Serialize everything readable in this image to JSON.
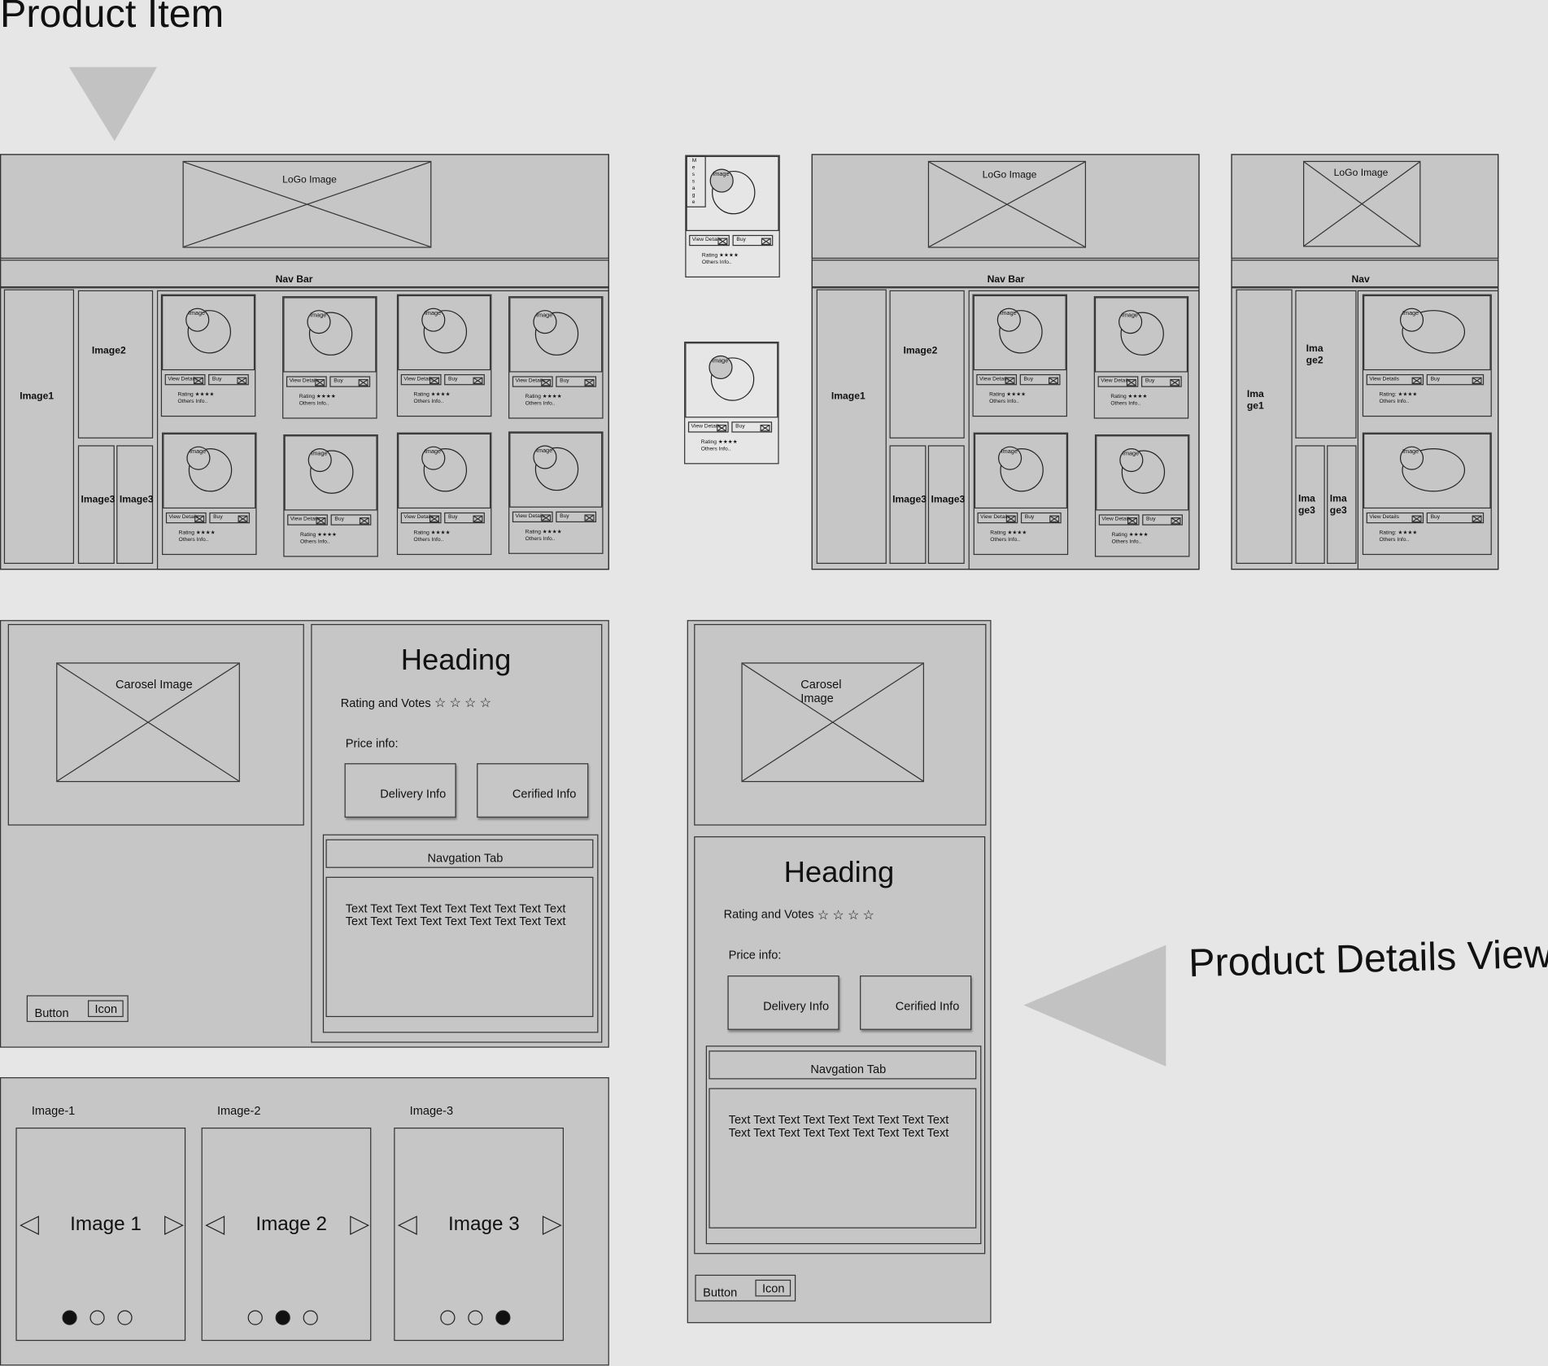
{
  "annotations": {
    "product_item": "Product  Item",
    "product_details_view": "Product Details View"
  },
  "wireframe": {
    "logo": "LoGo Image",
    "nav_bar": "Nav Bar",
    "nav_short": "Nav",
    "image1": "Image1",
    "image2": "Image2",
    "image3": "Image3",
    "image1_split": "Ima\nge1",
    "image2_split": "Ima\nge2",
    "image3_split": "Ima\nge3"
  },
  "card": {
    "image": "Image",
    "view_details": "View Details",
    "buy": "Buy",
    "rating": "Rating ★★★★",
    "rating_sparse": "Rating:       ★★★★",
    "others": "Others Info..",
    "message_vertical": "M\ne\ns\ns\na\ng\ne"
  },
  "details": {
    "carousel_image": "Carosel Image",
    "carousel_image_split": "Carosel\nImage",
    "heading": "Heading",
    "rating_votes": "Rating and Votes",
    "stars": "☆  ☆  ☆  ☆",
    "price_info": "Price info:",
    "delivery_info": "Delivery Info",
    "certified_info": "Cerified Info",
    "navigation_tab": "Navgation Tab",
    "text_line1": "Text  Text Text Text  Text Text  Text  Text Text",
    "text_line2": "Text  Text Text Text  Text Text Text  Text Text",
    "button": "Button",
    "icon": "Icon"
  },
  "carousel": {
    "captions": [
      "Image-1",
      "Image-2",
      "Image-3"
    ],
    "slides": [
      "Image 1",
      "Image 2",
      "Image 3"
    ],
    "active_dot": [
      1,
      2,
      3
    ]
  }
}
